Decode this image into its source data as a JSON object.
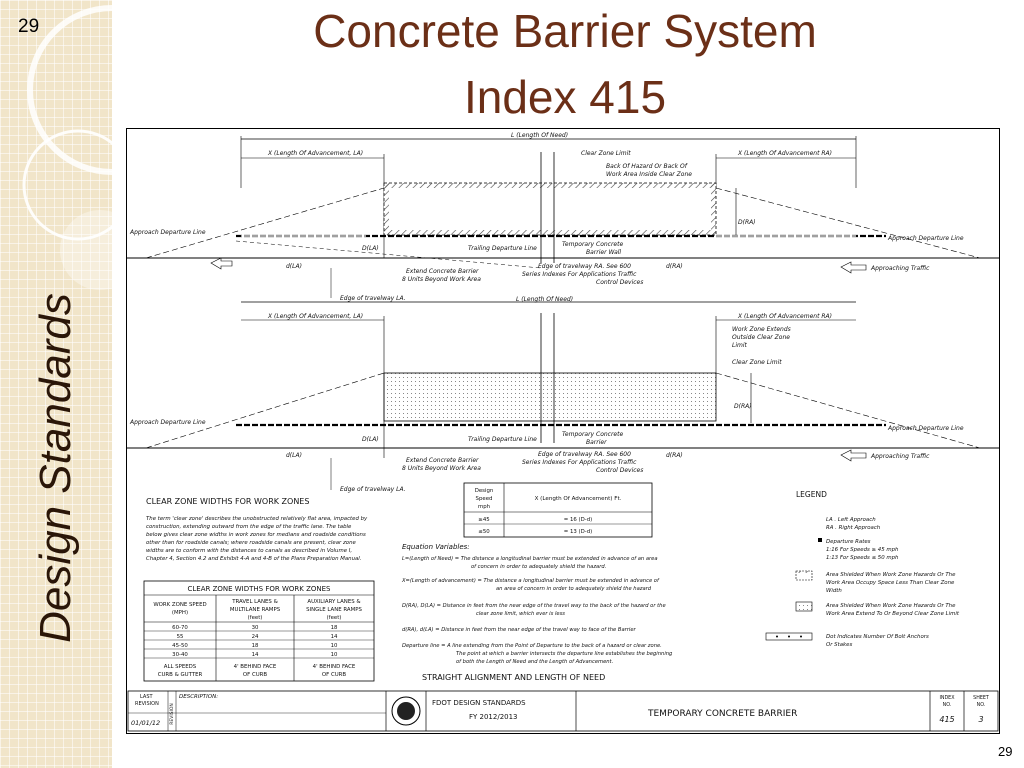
{
  "slide": {
    "number": "29",
    "title_line1": "Concrete Barrier System",
    "title_line2": "Index 415",
    "side_title": "Design Standards"
  },
  "drawing": {
    "top": {
      "length_of_need": "L (Length Of Need)",
      "adv_la": "X (Length Of Advancement, LA)",
      "adv_ra": "X (Length Of Advancement RA)",
      "clear_zone_limit": "Clear Zone Limit",
      "back_of_hazard_1": "Back Of Hazard Or Back Of",
      "back_of_hazard_2": "Work Area Inside Clear Zone",
      "d_ra_cap": "D(RA)",
      "approach_departure_left": "Approach Departure Line",
      "approach_departure_right": "Approach Departure Line",
      "d_la_cap": "D(LA)",
      "trailing_departure": "Trailing Departure Line",
      "temp_barrier_1": "Temporary Concrete",
      "temp_barrier_2": "Barrier Wall",
      "d_la": "d(LA)",
      "d_ra": "d(RA)",
      "extend_1": "Extend Concrete Barrier",
      "extend_2": "8 Units Beyond Work Area",
      "edge_ra_1": "Edge of travelway RA. See 600",
      "edge_ra_2": "Series Indexes For Applications Traffic",
      "edge_ra_3": "Control Devices",
      "approaching_traffic": "Approaching Traffic",
      "edge_la": "Edge of travelway LA."
    },
    "bottom": {
      "length_of_need": "L (Length Of Need)",
      "adv_la": "X (Length Of Advancement, LA)",
      "adv_ra": "X (Length Of Advancement RA)",
      "wz_extends_1": "Work Zone Extends",
      "wz_extends_2": "Outside Clear Zone",
      "wz_extends_3": "Limit",
      "clear_zone_limit": "Clear Zone Limit",
      "d_ra_cap": "D(RA)",
      "approach_departure_left": "Approach Departure Line",
      "approach_departure_right": "Approach Departure Line",
      "d_la_cap": "D(LA)",
      "trailing_departure": "Trailing Departure Line",
      "temp_barrier_1": "Temporary Concrete",
      "temp_barrier_2": "Barrier",
      "d_la": "d(LA)",
      "d_ra": "d(RA)",
      "extend_1": "Extend Concrete Barrier",
      "extend_2": "8 Units Beyond Work Area",
      "edge_ra_1": "Edge of travelway RA. See 600",
      "edge_ra_2": "Series Indexes For Applications Traffic",
      "edge_ra_3": "Control Devices",
      "approaching_traffic": "Approaching Traffic",
      "edge_la": "Edge of travelway LA."
    },
    "clear_zone_heading": "CLEAR ZONE WIDTHS FOR WORK ZONES",
    "clear_zone_paragraph": [
      "The term 'clear zone' describes the unobstructed relatively flat area, impacted by",
      "construction, extending outward from the edge of the traffic lane. The table",
      "below gives clear zone widths in work zones for medians and roadside conditions",
      "other than for roadside canals; where roadside canals are present, clear zone",
      "widths are to conform with the distances to canals as described in Volume I,",
      "Chapter 4, Section 4.2 and Exhibit 4-A and 4-B of the Plans Preparation Manual."
    ],
    "cz_table": {
      "title": "CLEAR ZONE WIDTHS FOR WORK ZONES",
      "headers": [
        [
          "WORK ZONE SPEED",
          "(MPH)"
        ],
        [
          "TRAVEL LANES &",
          "MULTILANE RAMPS",
          "(feet)"
        ],
        [
          "AUXILIARY LANES &",
          "SINGLE LANE RAMPS",
          "(feet)"
        ]
      ],
      "rows": [
        [
          "60-70",
          "30",
          "18"
        ],
        [
          "55",
          "24",
          "14"
        ],
        [
          "45-50",
          "18",
          "10"
        ],
        [
          "30-40",
          "14",
          "10"
        ]
      ],
      "last_row": [
        [
          "ALL SPEEDS",
          "CURB & GUTTER"
        ],
        [
          "4' BEHIND FACE",
          "OF CURB"
        ],
        [
          "4' BEHIND FACE",
          "OF CURB"
        ]
      ]
    },
    "speed_table": {
      "head_1": [
        "Design",
        "Speed",
        "mph"
      ],
      "head_2": "X (Length Of Advancement) Ft.",
      "rows": [
        [
          "≥45",
          "= 16 (D-d)"
        ],
        [
          "≤50",
          "= 13 (D-d)"
        ]
      ]
    },
    "equation_heading": "Equation Variables:",
    "equations": [
      "L=(Length of Need) = The distance a longitudinal barrier must be extended in advance of an area",
      "of concern in order to adequately shield the hazard.",
      "X=(Length of advancement) = The distance a longitudinal barrier must be extended in advance of",
      "an area of concern in order to adequately shield the hazard",
      "D(RA), D(LA) = Distance in feet from the near edge of the travel way to the back of the hazard or the",
      "clear zone limit, which ever is less",
      "d(RA), d(LA) = Distance in feet from the near edge of the travel way to face of the Barrier",
      "Departure line = A line extending from the Point of Departure to the back of a hazard or clear zone.",
      "The point at which a barrier intersects the departure line establishes the beginning",
      "of both the Length of Need and the Length of Advancement."
    ],
    "straight_alignment": "STRAIGHT ALIGNMENT AND LENGTH OF NEED",
    "legend": {
      "title": "LEGEND",
      "la": "LA . Left Approach",
      "ra": "RA . Right Approach",
      "rates": "Departure Rates",
      "rate1": "1:16 For Speeds ≥ 45 mph",
      "rate2": "1:13 For Speeds ≤ 50 mph",
      "shield1_1": "Area Shielded When Work Zone Hazards Or The",
      "shield1_2": "Work Area Occupy Space Less Than Clear Zone",
      "shield1_3": "Width",
      "shield2_1": "Area Shielded When Work Zone Hazards Or The",
      "shield2_2": "Work Area Extend To Or Beyond Clear Zone Limit",
      "dot1": "Dot Indicates Number Of Bolt Anchors",
      "dot2": "Or Stakes"
    },
    "title_block": {
      "last_revision_1": "LAST",
      "last_revision_2": "REVISION",
      "revision": "REVISION",
      "description": "DESCRIPTION:",
      "date": "01/01/12",
      "std_1": "FDOT DESIGN STANDARDS",
      "std_2": "FY 2012/2013",
      "sheet_title": "TEMPORARY CONCRETE BARRIER",
      "index_1": "INDEX",
      "index_2": "NO.",
      "index_val": "415",
      "sheet_1": "SHEET",
      "sheet_2": "NO.",
      "sheet_val": "3"
    }
  }
}
